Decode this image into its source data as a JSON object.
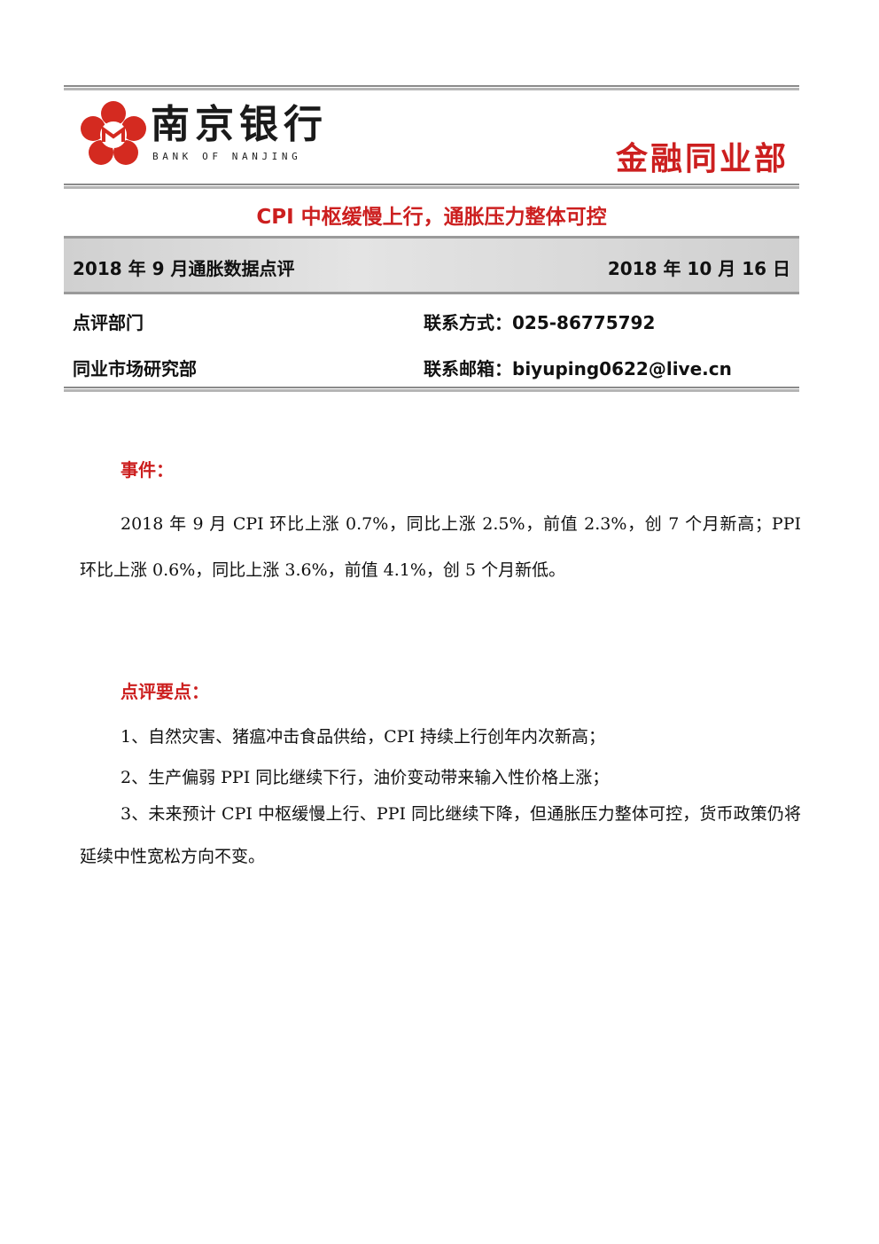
{
  "header": {
    "bank_name_cn": "南京银行",
    "bank_name_en": "BANK OF NANJING",
    "department": "金融同业部",
    "logo_icon": "bank-of-nanjing-flower-logo",
    "brand_color": "#cc1f1f"
  },
  "report": {
    "title": "CPI 中枢缓慢上行，通胀压力整体可控",
    "subtitle": "2018 年 9 月通胀数据点评",
    "date": "2018 年 10 月 16 日"
  },
  "contact": {
    "dept_label": "点评部门",
    "dept_value": "同业市场研究部",
    "phone": "联系方式：025-86775792",
    "email": "联系邮箱：biyuping0622@live.cn"
  },
  "event": {
    "heading": "事件：",
    "body": "2018 年 9 月 CPI 环比上涨 0.7%，同比上涨 2.5%，前值 2.3%，创 7 个月新高；PPI 环比上涨 0.6%，同比上涨 3.6%，前值 4.1%，创 5 个月新低。"
  },
  "points": {
    "heading": "点评要点：",
    "items": [
      "1、自然灾害、猪瘟冲击食品供给，CPI 持续上行创年内次新高；",
      "2、生产偏弱 PPI 同比继续下行，油价变动带来输入性价格上涨；",
      "3、未来预计 CPI 中枢缓慢上行、PPI 同比继续下降，但通胀压力整体可控，货币政策仍将延续中性宽松方向不变。"
    ]
  }
}
